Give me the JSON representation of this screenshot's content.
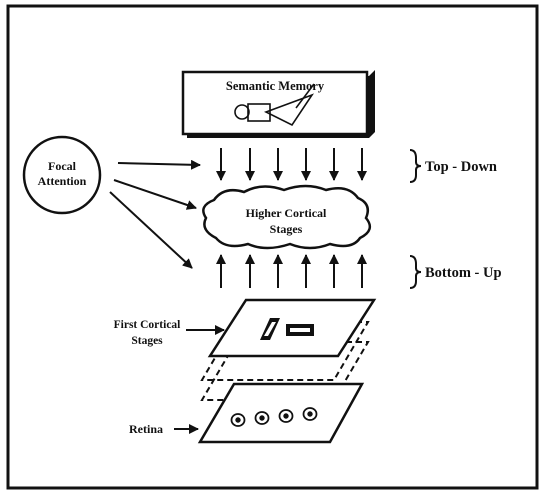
{
  "labels": {
    "semantic_memory": "Semantic Memory",
    "focal_line1": "Focal",
    "focal_line2": "Attention",
    "top_down": "Top - Down",
    "higher_line1": "Higher Cortical",
    "higher_line2": "Stages",
    "bottom_up": "Bottom - Up",
    "first_line1": "First Cortical",
    "first_line2": "Stages",
    "retina": "Retina"
  },
  "colors": {
    "ink": "#111111",
    "paper": "#ffffff"
  }
}
